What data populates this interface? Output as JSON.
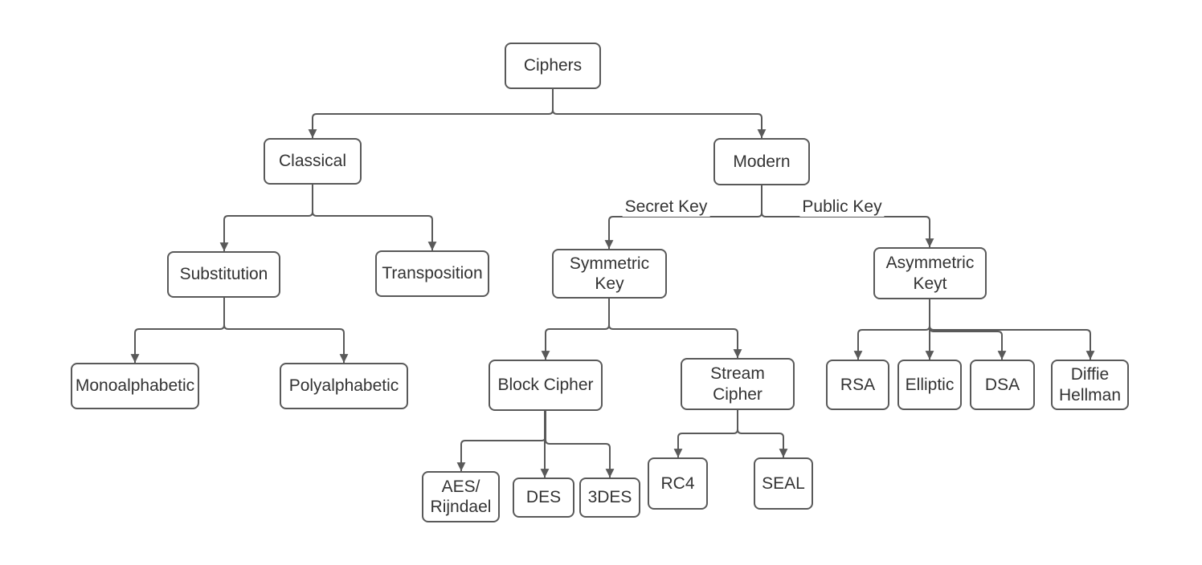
{
  "diagram": {
    "colors": {
      "stroke": "#595959",
      "text": "#333333",
      "background": "#ffffff"
    },
    "nodes": {
      "ciphers": {
        "label": "Ciphers"
      },
      "classical": {
        "label": "Classical"
      },
      "modern": {
        "label": "Modern"
      },
      "substitution": {
        "label": "Substitution"
      },
      "transposition": {
        "label": "Transposition"
      },
      "symmetric_key": {
        "label": "Symmetric\nKey"
      },
      "asymmetric_key": {
        "label": "Asymmetric\nKeyt"
      },
      "monoalphabetic": {
        "label": "Monoalphabetic"
      },
      "polyalphabetic": {
        "label": "Polyalphabetic"
      },
      "block_cipher": {
        "label": "Block Cipher"
      },
      "stream_cipher": {
        "label": "Stream\nCipher"
      },
      "rsa": {
        "label": "RSA"
      },
      "elliptic": {
        "label": "Elliptic"
      },
      "dsa": {
        "label": "DSA"
      },
      "diffie_hellman": {
        "label": "Diffie\nHellman"
      },
      "aes_rijndael": {
        "label": "AES/\nRijndael"
      },
      "des": {
        "label": "DES"
      },
      "triple_des": {
        "label": "3DES"
      },
      "rc4": {
        "label": "RC4"
      },
      "seal": {
        "label": "SEAL"
      }
    },
    "edge_labels": {
      "secret_key": "Secret Key",
      "public_key": "Public Key"
    },
    "edges": [
      {
        "from": "ciphers",
        "to": "classical"
      },
      {
        "from": "ciphers",
        "to": "modern"
      },
      {
        "from": "classical",
        "to": "substitution"
      },
      {
        "from": "classical",
        "to": "transposition"
      },
      {
        "from": "substitution",
        "to": "monoalphabetic"
      },
      {
        "from": "substitution",
        "to": "polyalphabetic"
      },
      {
        "from": "modern",
        "to": "symmetric_key",
        "label": "Secret Key"
      },
      {
        "from": "modern",
        "to": "asymmetric_key",
        "label": "Public Key"
      },
      {
        "from": "symmetric_key",
        "to": "block_cipher"
      },
      {
        "from": "symmetric_key",
        "to": "stream_cipher"
      },
      {
        "from": "block_cipher",
        "to": "aes_rijndael"
      },
      {
        "from": "block_cipher",
        "to": "des"
      },
      {
        "from": "block_cipher",
        "to": "triple_des"
      },
      {
        "from": "stream_cipher",
        "to": "rc4"
      },
      {
        "from": "stream_cipher",
        "to": "seal"
      },
      {
        "from": "asymmetric_key",
        "to": "rsa"
      },
      {
        "from": "asymmetric_key",
        "to": "elliptic"
      },
      {
        "from": "asymmetric_key",
        "to": "dsa"
      },
      {
        "from": "asymmetric_key",
        "to": "diffie_hellman"
      }
    ]
  }
}
